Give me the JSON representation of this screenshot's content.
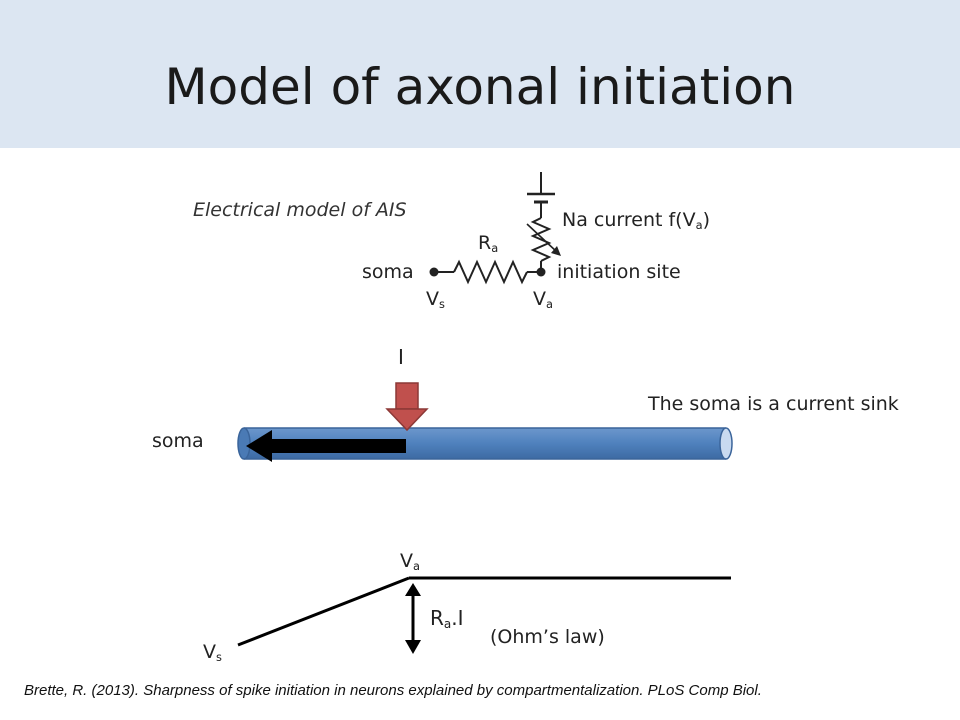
{
  "title": "Model of axonal initiation",
  "circuit": {
    "heading": "Electrical model of AIS",
    "soma_label": "soma",
    "resistor_label": "R",
    "resistor_sub": "a",
    "vs_label": "V",
    "vs_sub": "s",
    "va_label": "V",
    "va_sub": "a",
    "na_label_prefix": "Na current f(V",
    "na_label_sub": "a",
    "na_label_suffix": ")",
    "initiation_label": "initiation site"
  },
  "axon": {
    "current_label": "I",
    "soma_label": "soma",
    "sink_text": "The soma is a current sink",
    "axon_color": "#4f81bd",
    "injection_arrow_color": "#c0504d"
  },
  "voltage": {
    "va_label": "V",
    "va_sub": "a",
    "vs_label": "V",
    "vs_sub": "s",
    "drop_label": "R",
    "drop_sub": "a",
    "drop_suffix": ".I",
    "ohm_text": "(Ohm’s law)"
  },
  "citation": "Brette, R. (2013). Sharpness of spike initiation in neurons explained by compartmentalization. PLoS Comp Biol."
}
